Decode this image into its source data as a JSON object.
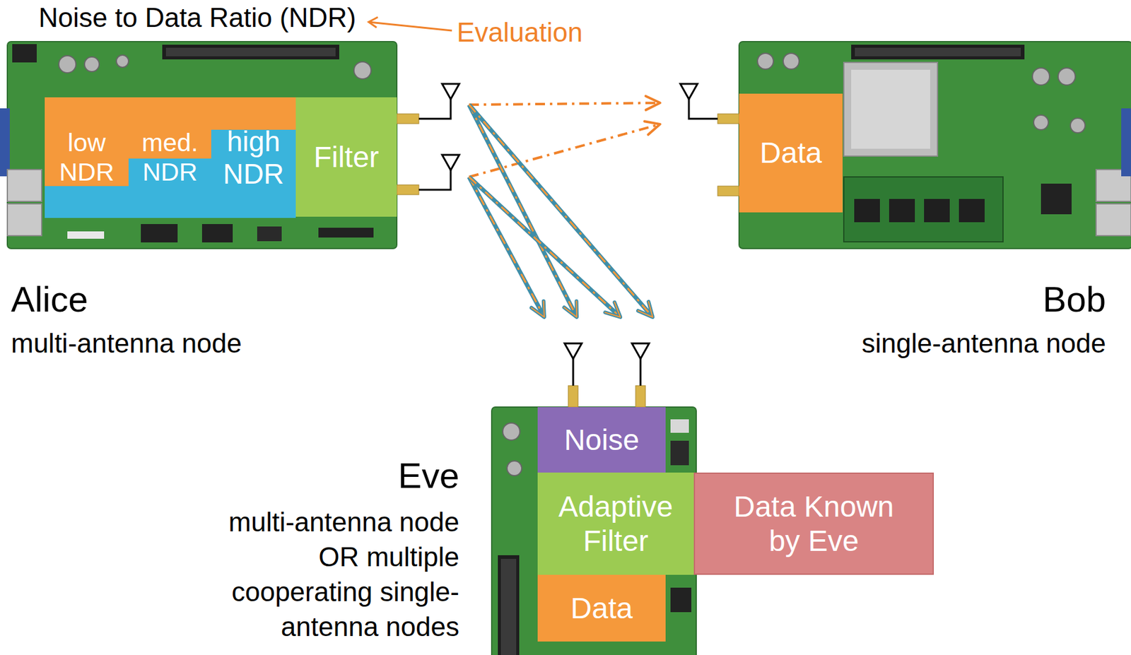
{
  "diagram": {
    "nodes": [
      {
        "text": [
          "Alice",
          "multi-antenna node"
        ]
      },
      {
        "text": [
          "low NDR"
        ],
        "in": 0
      },
      {
        "text": [
          "med. NDR"
        ],
        "in": 0
      },
      {
        "text": [
          "high NDR"
        ],
        "in": 0
      },
      {
        "text": [
          "Filter"
        ],
        "in": 0
      },
      {
        "text": [
          "Bob",
          "single-antenna node"
        ]
      },
      {
        "text": [
          "Data"
        ],
        "in": 5
      },
      {
        "text": [
          "Eve",
          "multi-antenna node OR multiple cooperating single-antenna nodes"
        ]
      },
      {
        "text": [
          "Noise"
        ],
        "in": 7
      },
      {
        "text": [
          "Adaptive Filter"
        ],
        "in": 7
      },
      {
        "text": [
          "Data"
        ],
        "in": 7
      },
      {
        "text": [
          "Data Known by Eve"
        ]
      }
    ],
    "edges": [
      {
        "from": 0,
        "to": 5,
        "arrow": "to"
      },
      {
        "from": 0,
        "to": 5,
        "arrow": "to"
      },
      {
        "from": 0,
        "to": 7,
        "arrow": "to"
      },
      {
        "from": 0,
        "to": 7,
        "arrow": "to"
      },
      {
        "from": 0,
        "to": 7,
        "arrow": "to"
      },
      {
        "from": 0,
        "to": 7,
        "arrow": "to"
      }
    ],
    "labels": [
      "Noise to Data Ratio (NDR)",
      "Evaluation"
    ]
  }
}
